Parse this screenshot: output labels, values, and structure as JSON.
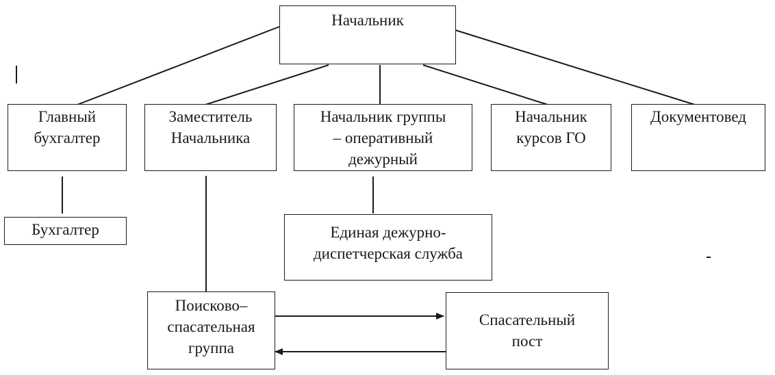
{
  "nodes": {
    "chief": "Начальник",
    "chief_accountant": "Главный\nбухгалтер",
    "deputy_chief": "Заместитель\nНачальника",
    "group_chief_duty_officer": "Начальник группы\n– оперативный\nдежурный",
    "civil_defense_courses_chief": "Начальник\nкурсов ГО",
    "records_manager": "Документовед",
    "accountant": "Бухгалтер",
    "unified_duty_dispatch_service": "Единая дежурно-\nдиспетчерская служба",
    "search_rescue_group": "Поисково–\nспасательная\nгруппа",
    "rescue_post": "Спасательный\nпост"
  },
  "colors": {
    "line": "#1a1a1a",
    "box_border": "#1a1a1a",
    "text": "#1a1a1a",
    "background": "#ffffff"
  }
}
